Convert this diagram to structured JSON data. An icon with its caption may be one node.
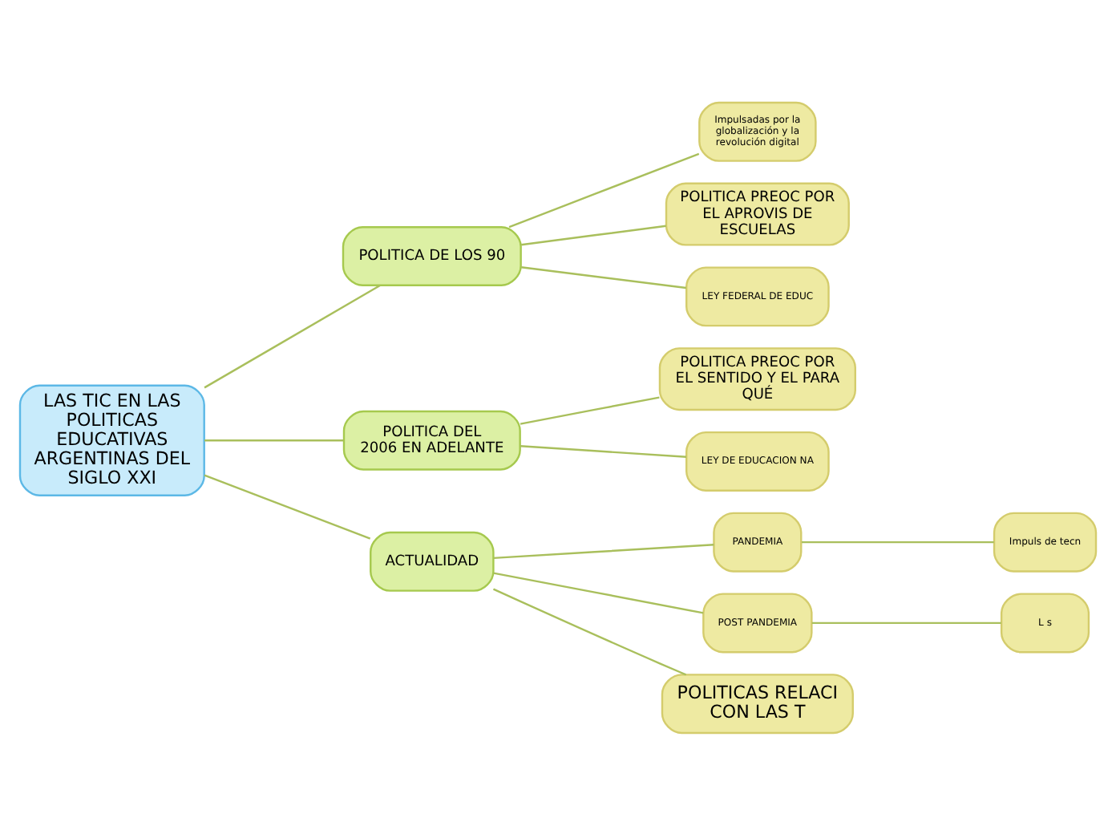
{
  "diagram": {
    "nodes": [
      {
        "text": [
          "LAS TIC EN LAS POLITICAS EDUCATIVAS ARGENTINAS DEL SIGLO XXI"
        ]
      },
      {
        "text": [
          "POLITICA DE LOS 90"
        ]
      },
      {
        "text": [
          "Impulsadas por la globalización y la revolución digital"
        ]
      },
      {
        "text": [
          "POLITICA PREOC POR EL APROVIS DE ESCUELAS"
        ]
      },
      {
        "text": [
          "LEY FEDERAL DE EDUC"
        ]
      },
      {
        "text": [
          "POLITICA DEL 2006 EN ADELANTE"
        ]
      },
      {
        "text": [
          "POLITICA PREOC POR EL SENTIDO Y EL PARA QUÉ"
        ]
      },
      {
        "text": [
          "LEY DE EDUCACION NA"
        ]
      },
      {
        "text": [
          "ACTUALIDAD"
        ]
      },
      {
        "text": [
          "PANDEMIA"
        ]
      },
      {
        "text": [
          "Impuls de tecn"
        ]
      },
      {
        "text": [
          "POST PANDEMIA"
        ]
      },
      {
        "text": [
          "L s"
        ]
      },
      {
        "text": [
          "POLITICAS RELACI CON LAS T"
        ]
      }
    ],
    "edges": [
      {
        "from": 0,
        "to": 1,
        "arrow": "none"
      },
      {
        "from": 1,
        "to": 2,
        "arrow": "none"
      },
      {
        "from": 1,
        "to": 3,
        "arrow": "none"
      },
      {
        "from": 1,
        "to": 4,
        "arrow": "none"
      },
      {
        "from": 0,
        "to": 5,
        "arrow": "none"
      },
      {
        "from": 5,
        "to": 6,
        "arrow": "none"
      },
      {
        "from": 5,
        "to": 7,
        "arrow": "none"
      },
      {
        "from": 0,
        "to": 8,
        "arrow": "none"
      },
      {
        "from": 8,
        "to": 9,
        "arrow": "none"
      },
      {
        "from": 9,
        "to": 10,
        "arrow": "none"
      },
      {
        "from": 8,
        "to": 11,
        "arrow": "none"
      },
      {
        "from": 11,
        "to": 12,
        "arrow": "none"
      },
      {
        "from": 8,
        "to": 13,
        "arrow": "none"
      }
    ]
  }
}
